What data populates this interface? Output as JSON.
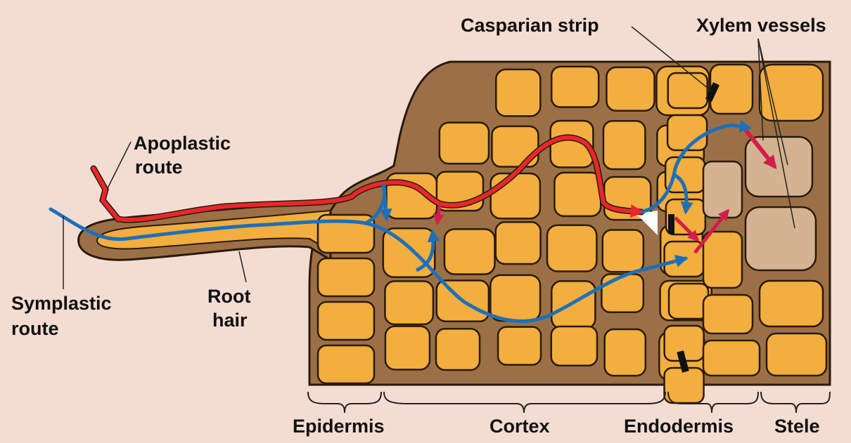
{
  "labels": {
    "casparian_strip": "Casparian strip",
    "xylem_vessels": "Xylem vessels",
    "apoplastic_route": [
      "Apoplastic",
      "route"
    ],
    "symplastic_route": [
      "Symplastic",
      "route"
    ],
    "root_hair": [
      "Root",
      "hair"
    ],
    "epidermis": "Epidermis",
    "cortex": "Cortex",
    "endodermis": "Endodermis",
    "stele": "Stele"
  },
  "colors": {
    "background": "#f3dcd2",
    "cell_wall": "#9c7046",
    "cell_interior": "#f2ae3e",
    "stele_cell": "#d3b391",
    "apoplastic_path": "#e8272c",
    "symplastic_path": "#1d70b8",
    "casparian_strip": "#111111"
  }
}
